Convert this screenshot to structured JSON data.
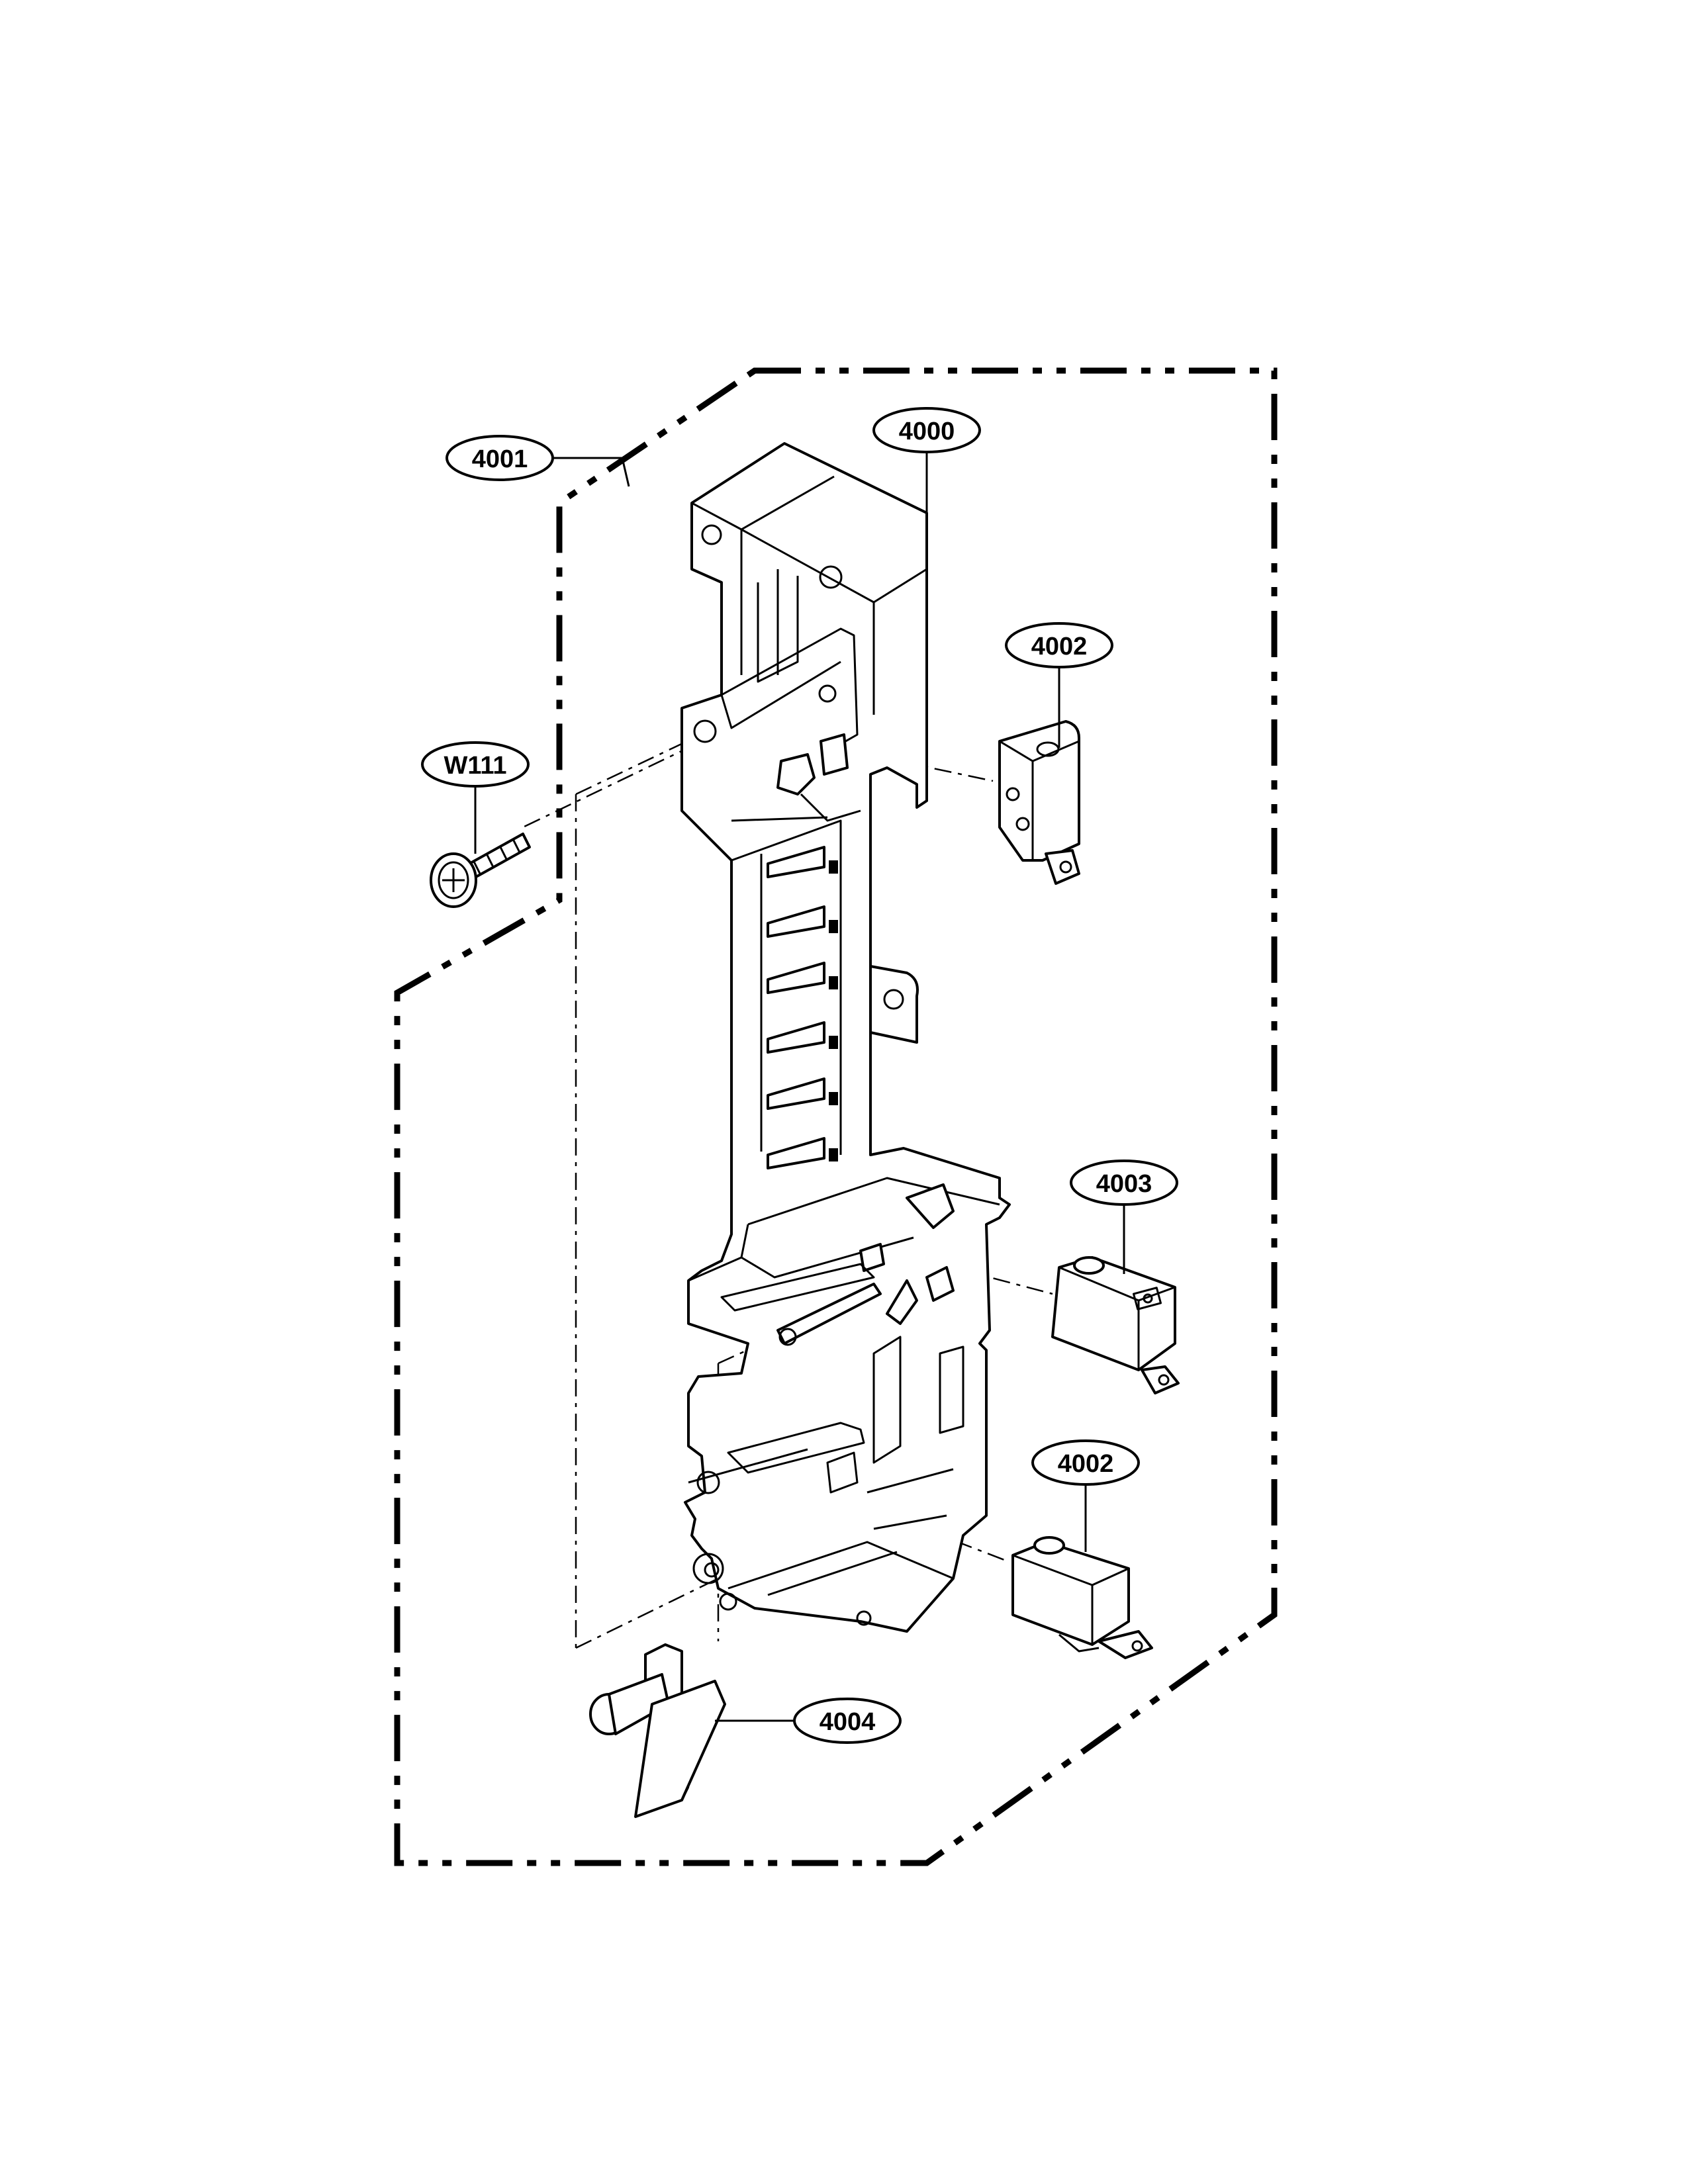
{
  "callouts": {
    "assembly": "4001",
    "frame": "4000",
    "switch_top": "4002",
    "screw": "W111",
    "switch_middle": "4003",
    "switch_bottom": "4002",
    "lever": "4004"
  },
  "colors": {
    "line": "#000000",
    "background": "#ffffff"
  }
}
